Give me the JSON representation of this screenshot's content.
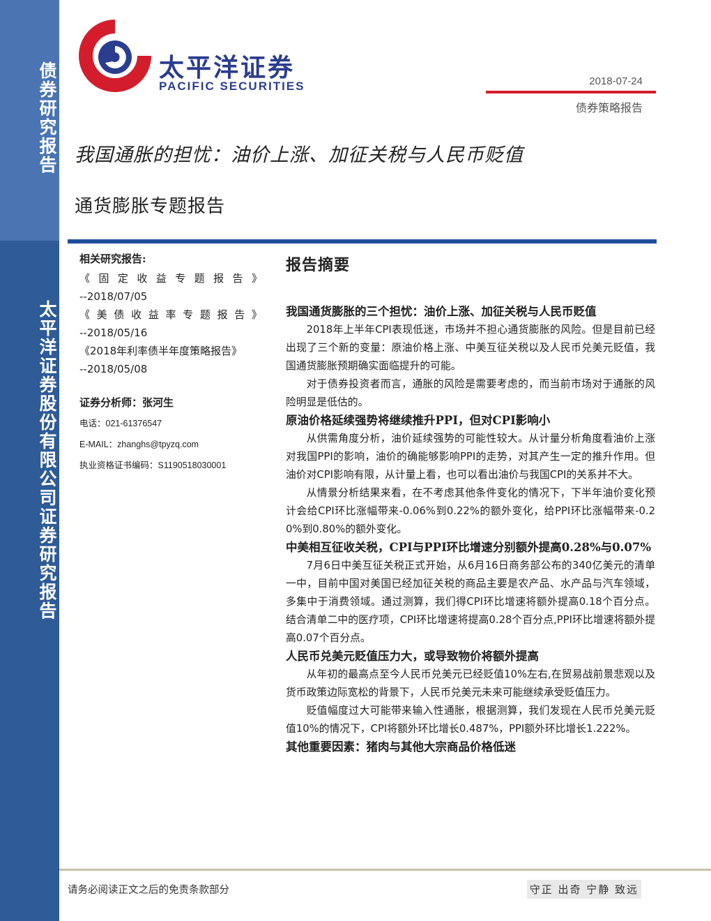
{
  "sidebar": {
    "top_label": "债券研究报告",
    "bottom_label": "太平洋证券股份有限公司证券研究报告"
  },
  "header": {
    "brand_cn": "太平洋证券",
    "brand_en": "PACIFIC SECURITIES",
    "date": "2018-07-24",
    "report_type": "债券策略报告",
    "logo_colors": {
      "red": "#d41d2c",
      "blue": "#2b3d8f"
    }
  },
  "title": {
    "main": "我国通胀的担忧：油价上涨、加征关税与人民币贬值",
    "sub": "通货膨胀专题报告"
  },
  "left": {
    "related_head": "相关研究报告:",
    "related": [
      {
        "name": "《固定收益专题报告》",
        "date": "--2018/07/05"
      },
      {
        "name": "《美债收益率专题报告》",
        "date": "--2018/05/16"
      },
      {
        "name": "《2018年利率债半年度策略报告》",
        "date": "--2018/05/08"
      }
    ],
    "analyst_head": "证券分析师：张河生",
    "phone": "电话：021-61376547",
    "email": "E-MAIL：zhanghs@tpyzq.com",
    "license": "执业资格证书编码：S1190518030001"
  },
  "summary": {
    "head": "报告摘要",
    "sections": [
      {
        "head": "我国通货膨胀的三个担忧：油价上涨、加征关税与人民币贬值",
        "paras": [
          "2018年上半年CPI表现低迷，市场并不担心通货膨胀的风险。但是目前已经出现了三个新的变量：原油价格上涨、中美互征关税以及人民币兑美元贬值，我国通货膨胀预期确实面临提升的可能。",
          "对于债券投资者而言，通胀的风险是需要考虑的，而当前市场对于通胀的风险明显是低估的。"
        ]
      },
      {
        "head": "原油价格延续强势将继续推升PPI，但对CPI影响小",
        "paras": [
          "从供需角度分析，油价延续强势的可能性较大。从计量分析角度看油价上涨对我国PPI的影响，油价的确能够影响PPI的走势，对其产生一定的推升作用。但油价对CPI影响有限，从计量上看，也可以看出油价与我国CPI的关系并不大。",
          "从情景分析结果来看，在不考虑其他条件变化的情况下，下半年油价变化预计会给CPI环比涨幅带来-0.06%到0.22%的额外变化，给PPI环比涨幅带来-0.20%到0.80%的额外变化。"
        ]
      },
      {
        "head": "中美相互征收关税，CPI与PPI环比增速分别额外提高0.28%与0.07%",
        "paras": [
          "7月6日中美互征关税正式开始，从6月16日商务部公布的340亿美元的清单一中，目前中国对美国已经加征关税的商品主要是农产品、水产品与汽车领域，多集中于消费领域。通过测算，我们得CPI环比增速将额外提高0.18个百分点。结合清单二中的医疗项，CPI环比增速将提高0.28个百分点,PPI环比增速将额外提高0.07个百分点。"
        ]
      },
      {
        "head": "人民币兑美元贬值压力大，或导致物价将额外提高",
        "paras": [
          "从年初的最高点至今人民币兑美元已经贬值10%左右,在贸易战前景悲观以及货币政策边际宽松的背景下，人民币兑美元未来可能继续承受贬值压力。",
          "贬值幅度过大可能带来输入性通胀，根据测算，我们发现在人民币兑美元贬值10%的情况下，CPI将额外环比增长0.487%，PPI额外环比增长1.222%。"
        ]
      },
      {
        "head": "其他重要因素：猪肉与其他大宗商品价格低迷",
        "paras": []
      }
    ]
  },
  "footer": {
    "disclaimer": "请务必阅读正文之后的免责条款部分",
    "motto": "守正 出奇 宁静 致远"
  }
}
